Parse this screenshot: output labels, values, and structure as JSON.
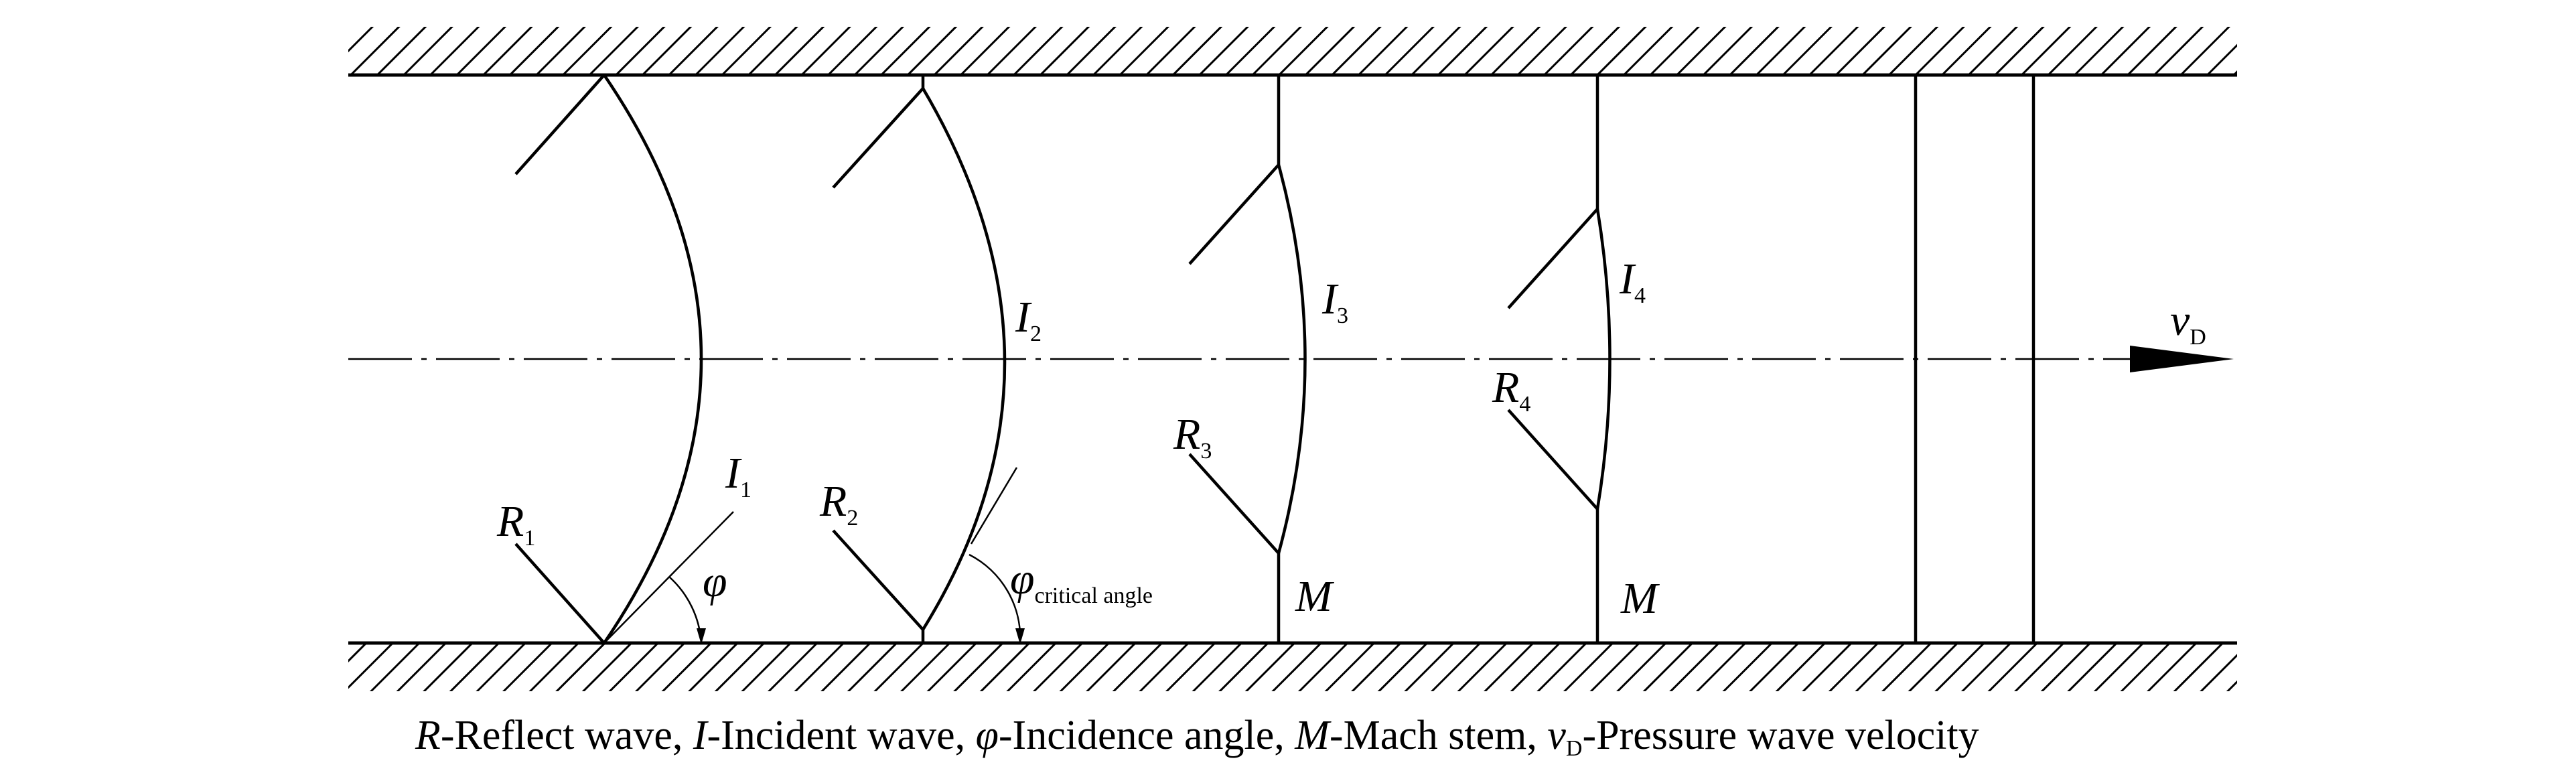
{
  "labels": {
    "R": "R",
    "I": "I",
    "M": "M",
    "phi": "φ",
    "v": "v",
    "sub_1": "1",
    "sub_2": "2",
    "sub_3": "3",
    "sub_4": "4",
    "sub_D": "D",
    "critical": "critical angle"
  },
  "caption": {
    "r_sym": "R",
    "r_text": "-Reflect wave, ",
    "i_sym": "I",
    "i_text": "-Incident wave, ",
    "phi_sym": "φ",
    "phi_text": "-Incidence angle, ",
    "m_sym": "M",
    "m_text": "-Mach stem, ",
    "v_sym": "v",
    "v_sub": "D",
    "v_text": "-Pressure wave velocity"
  }
}
